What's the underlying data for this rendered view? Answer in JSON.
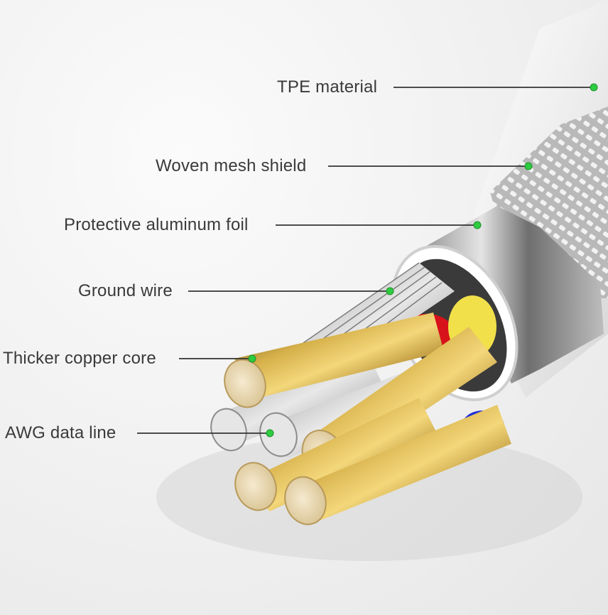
{
  "callouts": [
    {
      "id": "tpe",
      "label": "TPE material"
    },
    {
      "id": "mesh",
      "label": "Woven mesh shield"
    },
    {
      "id": "foil",
      "label": "Protective aluminum foil"
    },
    {
      "id": "ground",
      "label": "Ground wire"
    },
    {
      "id": "copper",
      "label": "Thicker copper core"
    },
    {
      "id": "awg",
      "label": "AWG data line"
    }
  ],
  "colors": {
    "marker": "#2ecc40",
    "leader": "#333333",
    "text": "#3a3a3a",
    "jacket": "#f4f4f4",
    "foil": "#a9a9a9",
    "copper": "#c9a23b",
    "copper_face": "#efe0b8",
    "strand": "#cfcfcf",
    "insulation_red": "#d8121a",
    "insulation_blue": "#1f2fd6",
    "insulation_yellow": "#f1e04a"
  }
}
